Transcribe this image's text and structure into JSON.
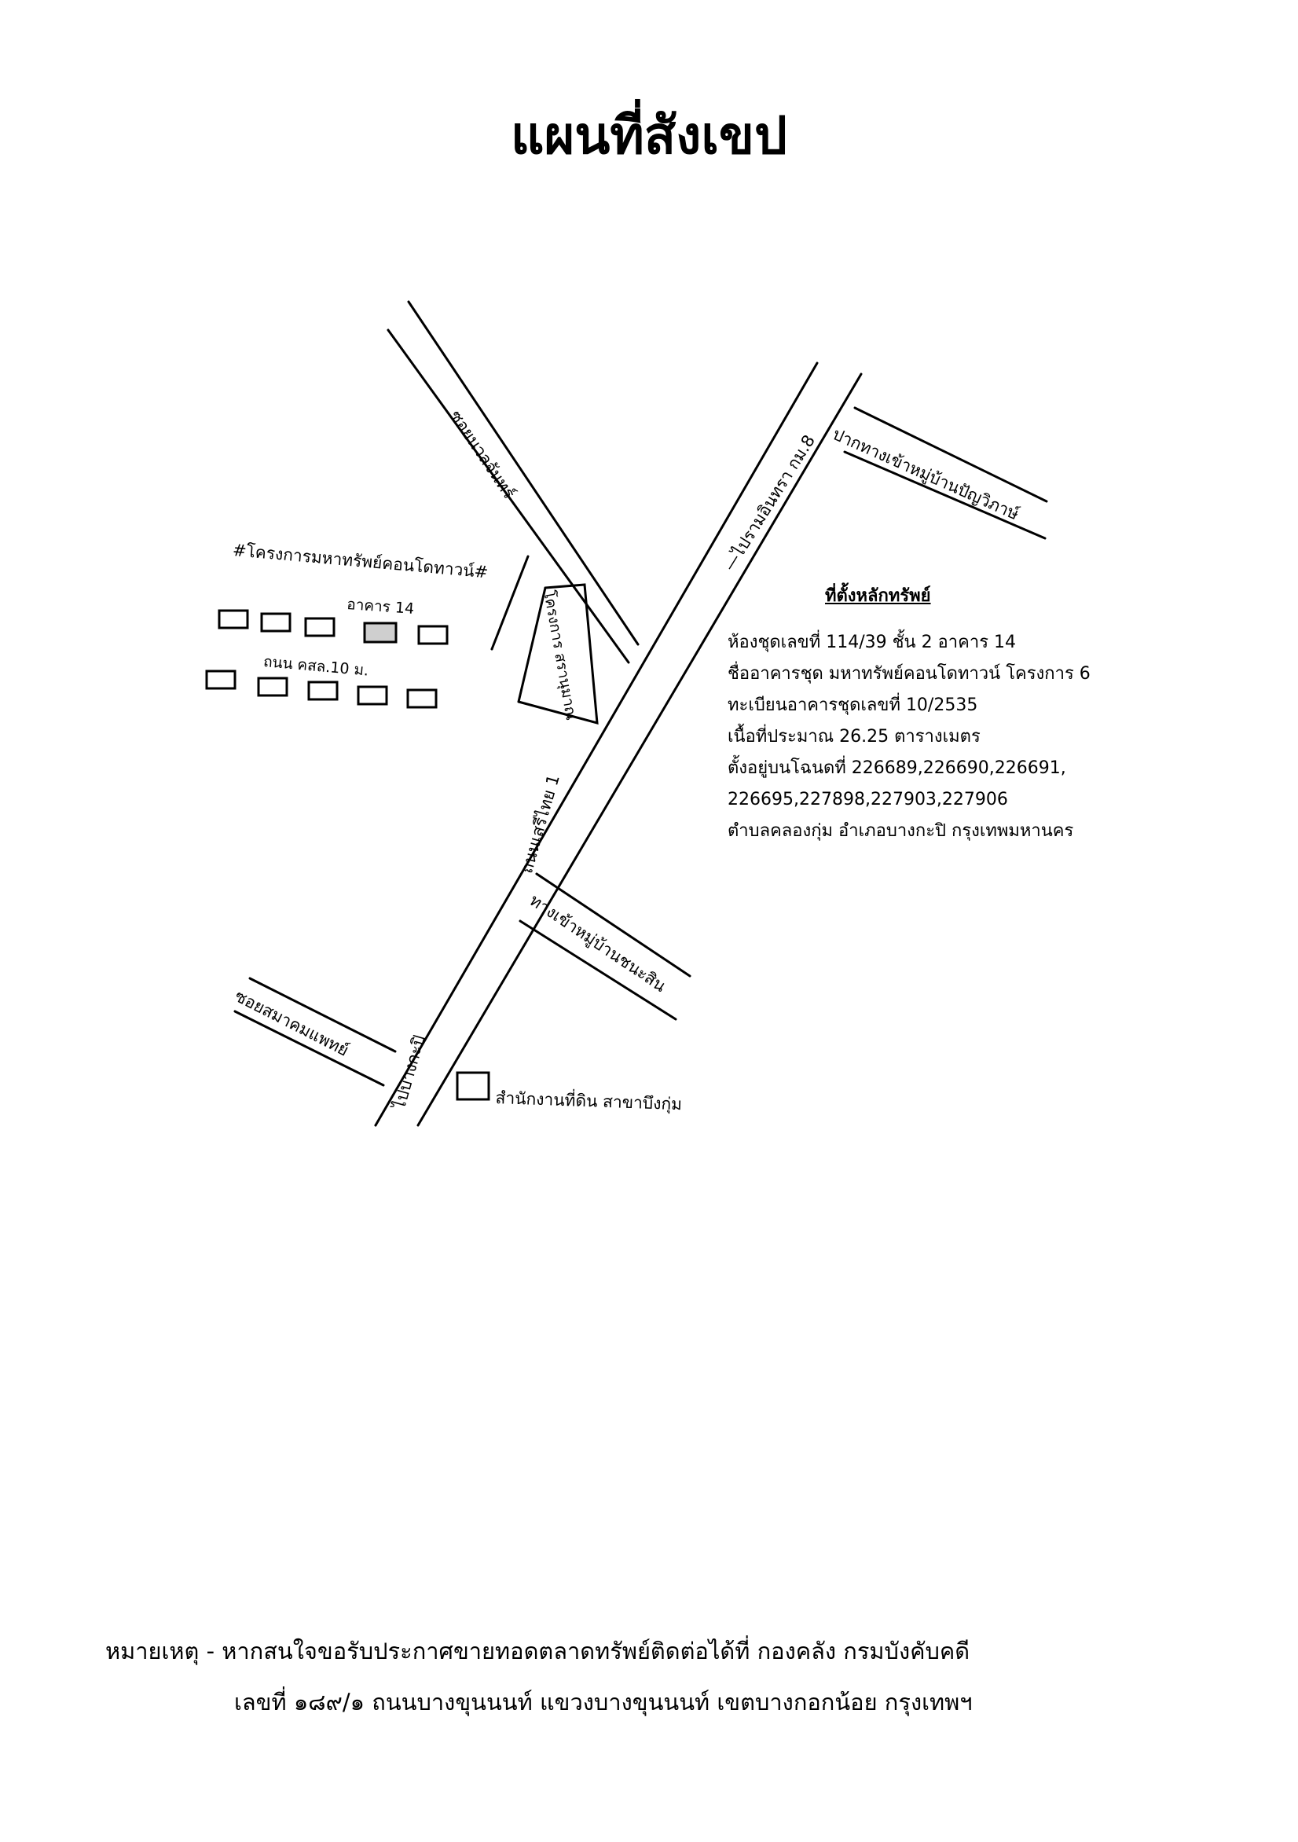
{
  "title": "แผนที่สังเขป",
  "map": {
    "roads": {
      "soi_nuanchan": "ซอยนวลจันทร์",
      "phra_inthra": "—ไปรามอินทรา กม.8",
      "pakthang_ramintra": "ปากทางเข้าหมู่บ้านปัญวิภาษ์",
      "project_condo": "#โครงการมหาทรัพย์คอนโดทาวน์#",
      "building_label": "อาคาร 14",
      "road_10m": "ถนน คสล.10 ม.",
      "project_saran": "โครงการ สรานุมาณ",
      "soi_serithai": "ถนนเสรีไทย 1",
      "soi_samakhom": "ซอยสมาคมแพทย์",
      "bangkapi": "ไปบางกะปิ",
      "ban_chonrasit": "ทางเข้าหมู่บ้านชนะสิน",
      "land_office": "สำนักงานที่ดิน สาขาบึงกุ่ม"
    },
    "property": {
      "heading": "ที่ตั้งหลักทรัพย์",
      "lines": [
        "ห้องชุดเลขที่ 114/39 ชั้น 2 อาคาร 14",
        "ชื่ออาคารชุด มหาทรัพย์คอนโดทาวน์ โครงการ 6",
        "ทะเบียนอาคารชุดเลขที่ 10/2535",
        "เนื้อที่ประมาณ 26.25 ตารางเมตร",
        "ตั้งอยู่บนโฉนดที่ 226689,226690,226691,",
        "226695,227898,227903,227906",
        "ตำบลคลองกุ่ม อำเภอบางกะปิ กรุงเทพมหานคร"
      ]
    }
  },
  "note": {
    "line1": "หมายเหตุ - หากสนใจขอรับประกาศขายทอดตลาดทรัพย์ติดต่อได้ที่   กองคลัง   กรมบังคับคดี",
    "line2": "เลขที่ ๑๘๙/๑ ถนนบางขุนนนท์   แขวงบางขุนนนท์   เขตบางกอกน้อย   กรุงเทพฯ"
  }
}
